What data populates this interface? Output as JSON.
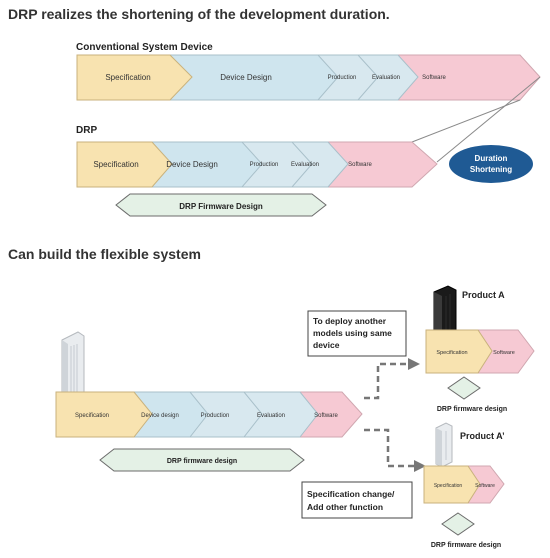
{
  "headings": {
    "section1": "DRP realizes the shortening of the development duration.",
    "section2": "Can build the flexible system"
  },
  "section1": {
    "conventional_label": "Conventional System Device",
    "drp_label": "DRP",
    "stages_conventional": [
      "Specification",
      "Device Design",
      "Production",
      "Evaluation",
      "Software"
    ],
    "stages_drp": [
      "Specification",
      "Device Design",
      "Production",
      "Evaluation",
      "Software"
    ],
    "firmware_label": "DRP Firmware Design",
    "shortening_badge_line1": "Duration",
    "shortening_badge_line2": "Shortening"
  },
  "section2": {
    "stages_main": [
      "Specification",
      "Device design",
      "Production",
      "Evaluation",
      "Software"
    ],
    "firmware_main": "DRP firmware design",
    "product_a_label": "Product A",
    "product_a_stages": [
      "Specification",
      "Software"
    ],
    "product_a_firmware": "DRP firmware design",
    "product_a2_label": "Product A’",
    "product_a2_stages": [
      "Specification",
      "Software"
    ],
    "product_a2_firmware": "DRP firmware design",
    "callout_deploy_line1": "To deploy another",
    "callout_deploy_line2": "models using same",
    "callout_deploy_line3": "device",
    "callout_change_line1": "Specification change/",
    "callout_change_line2": "Add other function"
  },
  "colors": {
    "spec": "#f8e3b0",
    "design": "#cfe5ee",
    "production": "#d8e8ef",
    "software": "#f6c9d3",
    "firmware": "#e4f1e6",
    "badge": "#1f5a94",
    "device": "#1a1a1a"
  }
}
